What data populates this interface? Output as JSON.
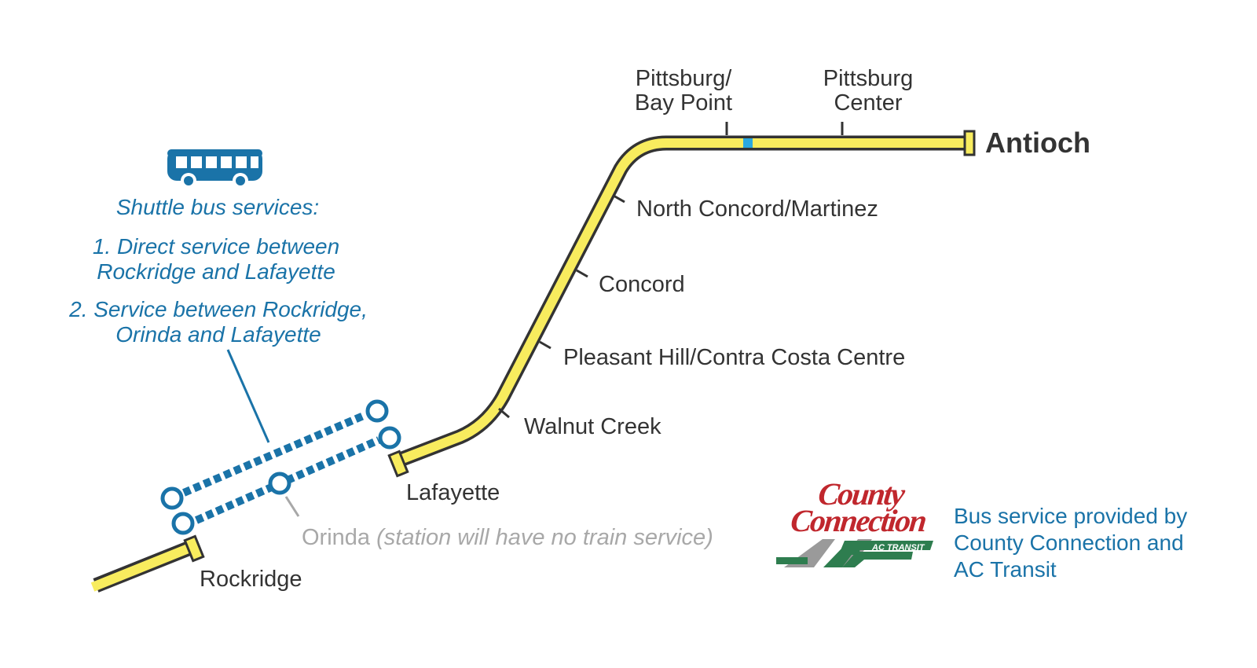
{
  "map": {
    "line_color": "#f8ec5e",
    "line_outline_color": "#333333",
    "shuttle_color": "#1a73a8",
    "terminus": "Antioch",
    "stations": [
      {
        "id": "pittsburg-bay-point",
        "label": "Pittsburg/\nBay Point"
      },
      {
        "id": "pittsburg-center",
        "label": "Pittsburg\nCenter"
      },
      {
        "id": "north-concord",
        "label": "North Concord/Martinez"
      },
      {
        "id": "concord",
        "label": "Concord"
      },
      {
        "id": "pleasant-hill",
        "label": "Pleasant Hill/Contra Costa Centre"
      },
      {
        "id": "walnut-creek",
        "label": "Walnut Creek"
      },
      {
        "id": "lafayette",
        "label": "Lafayette"
      },
      {
        "id": "rockridge",
        "label": "Rockridge"
      }
    ],
    "orinda": {
      "name": "Orinda",
      "note": "(station will have no train service)"
    }
  },
  "shuttle": {
    "icon": "bus-icon",
    "heading": "Shuttle bus services:",
    "service_1": "1. Direct service between\nRockridge and Lafayette",
    "service_2": "2. Service between Rockridge,\nOrinda and Lafayette"
  },
  "credits": {
    "text": "Bus service provided by\nCounty Connection and\nAC Transit",
    "logo_county_connection": "County\nConnection",
    "logo_ac_transit": "AC TRANSIT"
  }
}
